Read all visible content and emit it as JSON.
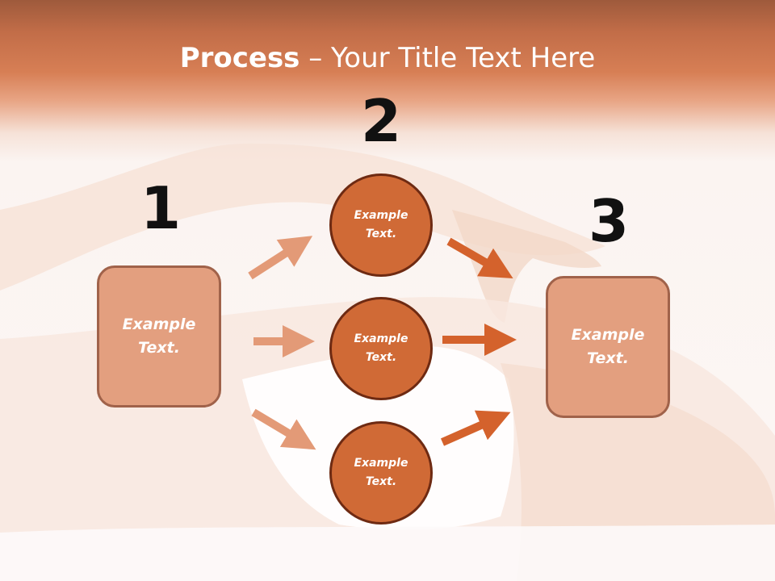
{
  "title": {
    "bold": "Process",
    "rest": " – Your Title Text Here"
  },
  "steps": [
    {
      "number": "1",
      "label": "Example Text."
    },
    {
      "number": "2",
      "label": "Example Text."
    },
    {
      "number": "3",
      "label": "Example Text."
    }
  ],
  "circles": [
    {
      "label": "Example Text."
    },
    {
      "label": "Example Text."
    },
    {
      "label": "Example Text."
    }
  ],
  "colors": {
    "box_fill": "#e39f7f",
    "box_border": "#a0624a",
    "circle_fill": "#d06a36",
    "circle_border": "#6e2a12",
    "arrow_light": "#e39a77",
    "arrow_dark": "#d4622c",
    "header_band": "#d77f55"
  }
}
